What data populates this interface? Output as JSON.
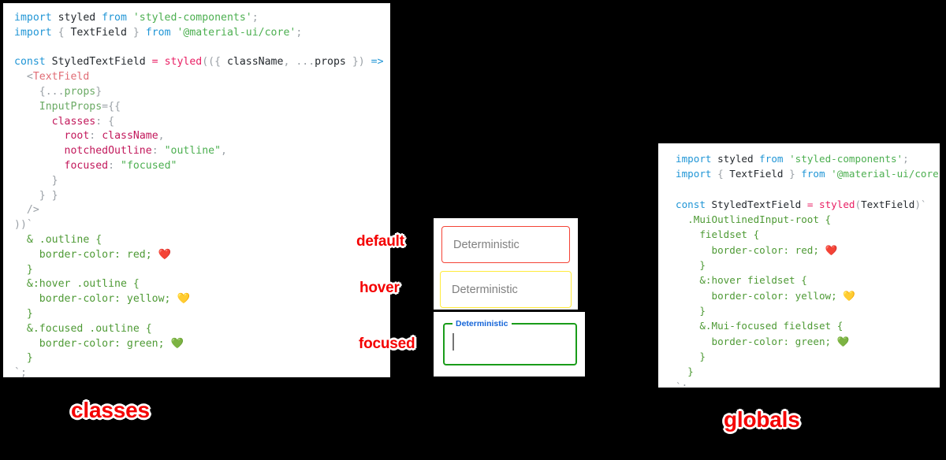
{
  "panels": {
    "classes": {
      "caption": "classes",
      "lines": [
        [
          {
            "t": "import ",
            "c": "k"
          },
          {
            "t": "styled",
            "c": "id"
          },
          {
            "t": " from ",
            "c": "k"
          },
          {
            "t": "'styled-components'",
            "c": "str"
          },
          {
            "t": ";",
            "c": "op"
          }
        ],
        [
          {
            "t": "import ",
            "c": "k"
          },
          {
            "t": "{",
            "c": "op"
          },
          {
            "t": " TextField ",
            "c": "id"
          },
          {
            "t": "}",
            "c": "op"
          },
          {
            "t": " from ",
            "c": "k"
          },
          {
            "t": "'@material-ui/core'",
            "c": "str"
          },
          {
            "t": ";",
            "c": "op"
          }
        ],
        [],
        [
          {
            "t": "const ",
            "c": "k"
          },
          {
            "t": "StyledTextField",
            "c": "id"
          },
          {
            "t": " = ",
            "c": "fn"
          },
          {
            "t": "styled",
            "c": "fn"
          },
          {
            "t": "((",
            "c": "op"
          },
          {
            "t": "{ ",
            "c": "op"
          },
          {
            "t": "className",
            "c": "id"
          },
          {
            "t": ", ",
            "c": "op"
          },
          {
            "t": "...",
            "c": "op"
          },
          {
            "t": "props",
            "c": "id"
          },
          {
            "t": " }",
            "c": "op"
          },
          {
            "t": ") ",
            "c": "op"
          },
          {
            "t": "=>",
            "c": "arrow"
          },
          {
            "t": " (",
            "c": "op"
          }
        ],
        [
          {
            "t": "  <",
            "c": "op"
          },
          {
            "t": "TextField",
            "c": "tag"
          }
        ],
        [
          {
            "t": "    {",
            "c": "op"
          },
          {
            "t": "...",
            "c": "op"
          },
          {
            "t": "props",
            "c": "attr"
          },
          {
            "t": "}",
            "c": "op"
          }
        ],
        [
          {
            "t": "    ",
            "c": "op"
          },
          {
            "t": "InputProps",
            "c": "attr"
          },
          {
            "t": "=",
            "c": "op"
          },
          {
            "t": "{{",
            "c": "op"
          }
        ],
        [
          {
            "t": "      ",
            "c": "op"
          },
          {
            "t": "classes",
            "c": "prop"
          },
          {
            "t": ": {",
            "c": "op"
          }
        ],
        [
          {
            "t": "        ",
            "c": "op"
          },
          {
            "t": "root",
            "c": "prop"
          },
          {
            "t": ": ",
            "c": "op"
          },
          {
            "t": "className",
            "c": "prop"
          },
          {
            "t": ",",
            "c": "op"
          }
        ],
        [
          {
            "t": "        ",
            "c": "op"
          },
          {
            "t": "notchedOutline",
            "c": "prop"
          },
          {
            "t": ": ",
            "c": "op"
          },
          {
            "t": "\"outline\"",
            "c": "str"
          },
          {
            "t": ",",
            "c": "op"
          }
        ],
        [
          {
            "t": "        ",
            "c": "op"
          },
          {
            "t": "focused",
            "c": "prop"
          },
          {
            "t": ": ",
            "c": "op"
          },
          {
            "t": "\"focused\"",
            "c": "str"
          }
        ],
        [
          {
            "t": "      }",
            "c": "op"
          }
        ],
        [
          {
            "t": "    } }",
            "c": "op"
          }
        ],
        [
          {
            "t": "  />",
            "c": "op"
          }
        ],
        [
          {
            "t": "))`",
            "c": "op"
          }
        ],
        [
          {
            "t": "  & .outline {",
            "c": "css"
          }
        ],
        [
          {
            "t": "    border-color: red; ",
            "c": "css"
          },
          {
            "t": "❤️",
            "c": "emoji"
          }
        ],
        [
          {
            "t": "  }",
            "c": "css"
          }
        ],
        [
          {
            "t": "  &:hover .outline {",
            "c": "css"
          }
        ],
        [
          {
            "t": "    border-color: yellow; ",
            "c": "css"
          },
          {
            "t": "💛",
            "c": "emoji"
          }
        ],
        [
          {
            "t": "  }",
            "c": "css"
          }
        ],
        [
          {
            "t": "  &.focused .outline {",
            "c": "css"
          }
        ],
        [
          {
            "t": "    border-color: green; ",
            "c": "css"
          },
          {
            "t": "💚",
            "c": "emoji"
          }
        ],
        [
          {
            "t": "  }",
            "c": "css"
          }
        ],
        [
          {
            "t": "`;",
            "c": "op"
          }
        ]
      ]
    },
    "globals": {
      "caption": "globals",
      "lines": [
        [
          {
            "t": "import ",
            "c": "k"
          },
          {
            "t": "styled",
            "c": "id"
          },
          {
            "t": " from ",
            "c": "k"
          },
          {
            "t": "'styled-components'",
            "c": "str"
          },
          {
            "t": ";",
            "c": "op"
          }
        ],
        [
          {
            "t": "import ",
            "c": "k"
          },
          {
            "t": "{",
            "c": "op"
          },
          {
            "t": " TextField ",
            "c": "id"
          },
          {
            "t": "}",
            "c": "op"
          },
          {
            "t": " from ",
            "c": "k"
          },
          {
            "t": "'@material-ui/core'",
            "c": "str"
          },
          {
            "t": ";",
            "c": "op"
          }
        ],
        [],
        [
          {
            "t": "const ",
            "c": "k"
          },
          {
            "t": "StyledTextField",
            "c": "id"
          },
          {
            "t": " = ",
            "c": "fn"
          },
          {
            "t": "styled",
            "c": "fn"
          },
          {
            "t": "(",
            "c": "op"
          },
          {
            "t": "TextField",
            "c": "id"
          },
          {
            "t": ")`",
            "c": "op"
          }
        ],
        [
          {
            "t": "  .MuiOutlinedInput-root {",
            "c": "css"
          }
        ],
        [
          {
            "t": "    fieldset {",
            "c": "css"
          }
        ],
        [
          {
            "t": "      border-color: red; ",
            "c": "css"
          },
          {
            "t": "❤️",
            "c": "emoji"
          }
        ],
        [
          {
            "t": "    }",
            "c": "css"
          }
        ],
        [
          {
            "t": "    &:hover fieldset {",
            "c": "css"
          }
        ],
        [
          {
            "t": "      border-color: yellow; ",
            "c": "css"
          },
          {
            "t": "💛",
            "c": "emoji"
          }
        ],
        [
          {
            "t": "    }",
            "c": "css"
          }
        ],
        [
          {
            "t": "    &.Mui-focused fieldset {",
            "c": "css"
          }
        ],
        [
          {
            "t": "      border-color: green; ",
            "c": "css"
          },
          {
            "t": "💚",
            "c": "emoji"
          }
        ],
        [
          {
            "t": "    }",
            "c": "css"
          }
        ],
        [
          {
            "t": "  }",
            "c": "css"
          }
        ],
        [
          {
            "t": "`;",
            "c": "op"
          }
        ]
      ]
    }
  },
  "demo": {
    "labels": {
      "default": "default",
      "hover": "hover",
      "focused": "focused"
    },
    "fields": {
      "default": {
        "value": "Deterministic",
        "border_color": "#f44336"
      },
      "hover": {
        "value": "Deterministic",
        "border_color": "#ffeb3b"
      },
      "focused": {
        "legend": "Deterministic",
        "value": "",
        "border_color": "#1a9c1a",
        "legend_color": "#1565d8"
      }
    }
  },
  "colors": {
    "background": "#000000",
    "panel": "#ffffff",
    "callout_red": "#f40000",
    "callout_stroke": "#ffffff"
  }
}
